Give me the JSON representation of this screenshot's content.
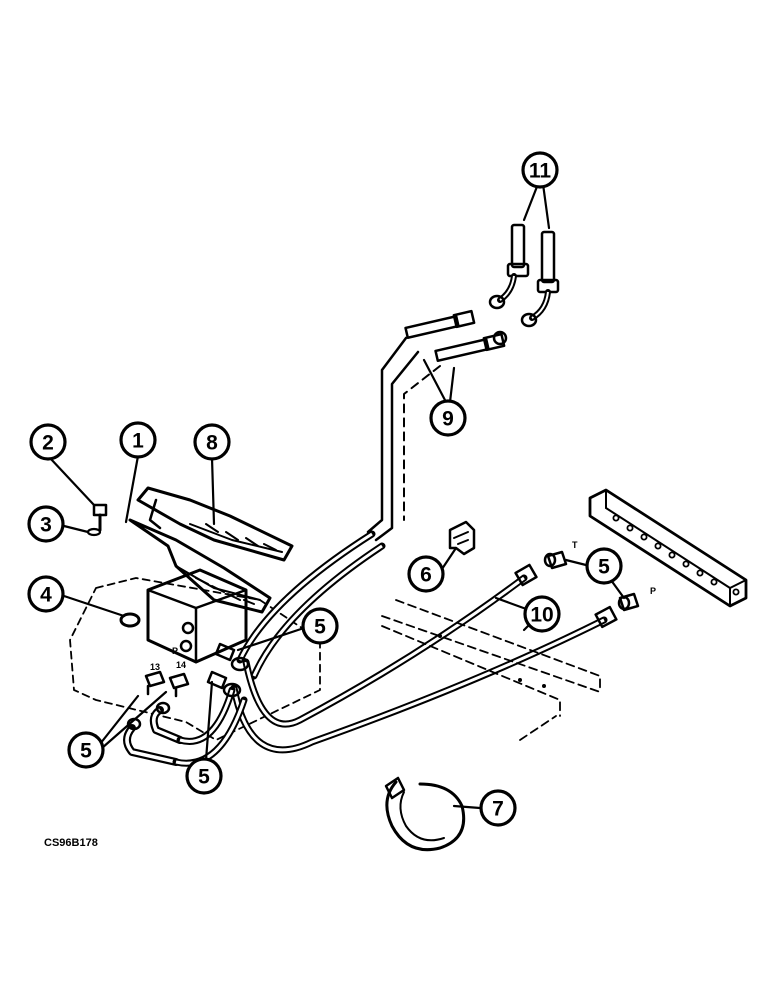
{
  "figure_code": "CS96B178",
  "callouts": [
    {
      "id": "callout-1",
      "label": "1"
    },
    {
      "id": "callout-2",
      "label": "2"
    },
    {
      "id": "callout-3",
      "label": "3"
    },
    {
      "id": "callout-4",
      "label": "4"
    },
    {
      "id": "callout-5-valve",
      "label": "5"
    },
    {
      "id": "callout-5-lower-left",
      "label": "5"
    },
    {
      "id": "callout-5-lower",
      "label": "5"
    },
    {
      "id": "callout-5-manifold",
      "label": "5"
    },
    {
      "id": "callout-6",
      "label": "6"
    },
    {
      "id": "callout-7",
      "label": "7"
    },
    {
      "id": "callout-8",
      "label": "8"
    },
    {
      "id": "callout-9",
      "label": "9"
    },
    {
      "id": "callout-10",
      "label": "10"
    },
    {
      "id": "callout-11",
      "label": "11"
    }
  ],
  "port_labels": {
    "port_13": "13",
    "port_14": "14",
    "port_p_valve": "P",
    "port_t_manifold": "T",
    "port_p_manifold": "P"
  }
}
